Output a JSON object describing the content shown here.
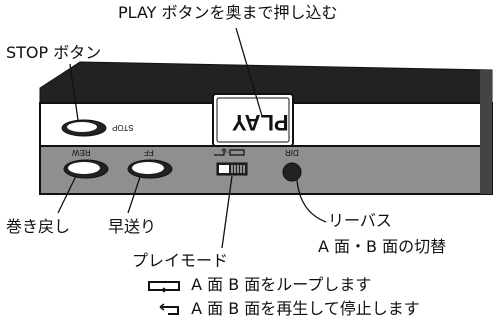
{
  "callouts": {
    "play_button": "PLAY ボタンを奥まで押し込む",
    "stop_button": "STOP ボタン",
    "rewind": "巻き戻し",
    "fast_forward": "早送り",
    "reverse": "リーバス",
    "reverse_desc": "A 面・B 面の切替",
    "play_mode": "プレイモード",
    "mode_loop": "A 面 B 面をループします",
    "mode_stop": "A 面 B 面を再生して停止します"
  },
  "device_labels": {
    "play": "PLAY",
    "stop": "STOP",
    "rew": "REW",
    "ff": "FF",
    "dir": "DIR"
  },
  "icons": {
    "loop": "loop-icon",
    "one_way": "one-way-icon"
  },
  "colors": {
    "body_top": "#222222",
    "front_panel": "#ffffff",
    "lower_band": "#8f8f8f",
    "outline": "#111111"
  }
}
